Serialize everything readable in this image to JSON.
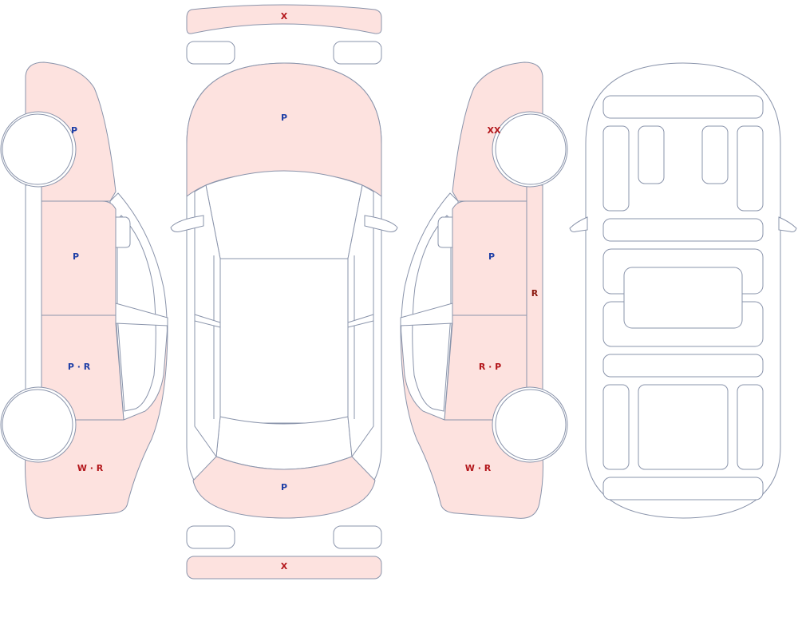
{
  "colors": {
    "outline": "#8a94ab",
    "damage_fill": "#fde2df",
    "plain_fill": "#ffffff",
    "code_blue": "#1f3fa6",
    "code_red": "#b3161b",
    "code_darkred": "#8b1a10"
  },
  "marks": {
    "rear_bumper": "X",
    "hood": "P",
    "trunk": "P",
    "front_bumper": "X",
    "left_front_fender": "P",
    "left_front_door": "P",
    "left_rear_door": "P · R",
    "left_quarter": "W · R",
    "right_front_fender": "XX",
    "right_front_door": "P",
    "right_rocker": "R",
    "right_rear_door": "R · P",
    "right_quarter": "W · R"
  }
}
